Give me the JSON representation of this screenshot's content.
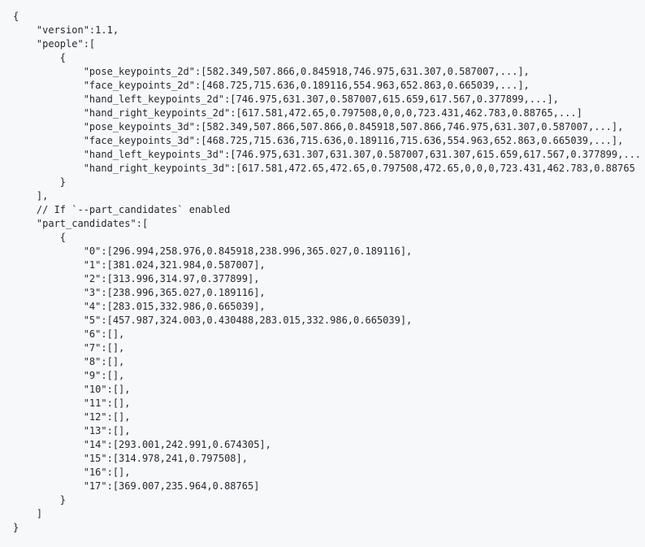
{
  "code_lines": [
    "{",
    "    \"version\":1.1,",
    "    \"people\":[",
    "        {",
    "            \"pose_keypoints_2d\":[582.349,507.866,0.845918,746.975,631.307,0.587007,...],",
    "            \"face_keypoints_2d\":[468.725,715.636,0.189116,554.963,652.863,0.665039,...],",
    "            \"hand_left_keypoints_2d\":[746.975,631.307,0.587007,615.659,617.567,0.377899,...],",
    "            \"hand_right_keypoints_2d\":[617.581,472.65,0.797508,0,0,0,723.431,462.783,0.88765,...]",
    "            \"pose_keypoints_3d\":[582.349,507.866,507.866,0.845918,507.866,746.975,631.307,0.587007,...],",
    "            \"face_keypoints_3d\":[468.725,715.636,715.636,0.189116,715.636,554.963,652.863,0.665039,...],",
    "            \"hand_left_keypoints_3d\":[746.975,631.307,631.307,0.587007,631.307,615.659,617.567,0.377899,...",
    "            \"hand_right_keypoints_3d\":[617.581,472.65,472.65,0.797508,472.65,0,0,0,723.431,462.783,0.88765",
    "        }",
    "    ],",
    "    // If `--part_candidates` enabled",
    "    \"part_candidates\":[",
    "        {",
    "            \"0\":[296.994,258.976,0.845918,238.996,365.027,0.189116],",
    "            \"1\":[381.024,321.984,0.587007],",
    "            \"2\":[313.996,314.97,0.377899],",
    "            \"3\":[238.996,365.027,0.189116],",
    "            \"4\":[283.015,332.986,0.665039],",
    "            \"5\":[457.987,324.003,0.430488,283.015,332.986,0.665039],",
    "            \"6\":[],",
    "            \"7\":[],",
    "            \"8\":[],",
    "            \"9\":[],",
    "            \"10\":[],",
    "            \"11\":[],",
    "            \"12\":[],",
    "            \"13\":[],",
    "            \"14\":[293.001,242.991,0.674305],",
    "            \"15\":[314.978,241,0.797508],",
    "            \"16\":[],",
    "            \"17\":[369.007,235.964,0.88765]",
    "        }",
    "    ]",
    "}"
  ]
}
